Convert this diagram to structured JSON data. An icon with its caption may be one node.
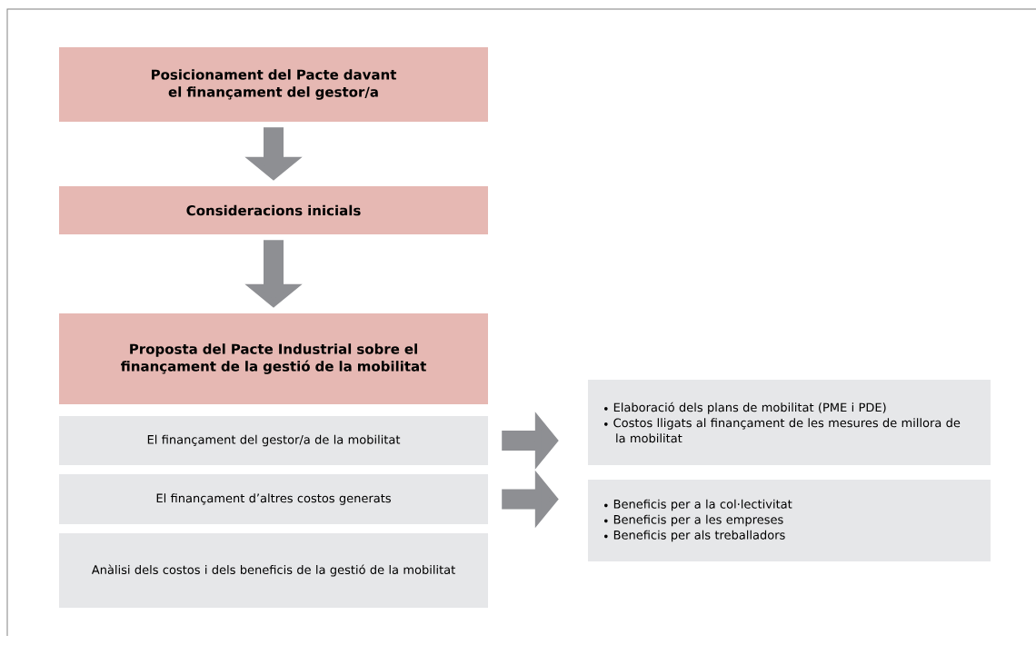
{
  "diagram": {
    "nodes": [
      {
        "text": [
          "Posicionament del Pacte davant el finançament del gestor/a"
        ]
      },
      {
        "text": [
          "Consideracions inicials"
        ]
      },
      {
        "text": [
          "Proposta del Pacte Industrial sobre el finançament de la gestió de la mobilitat"
        ]
      },
      {
        "text": [
          "El finançament del gestor/a de la mobilitat"
        ]
      },
      {
        "text": [
          "El finançament d’altres costos generats"
        ]
      },
      {
        "text": [
          "Anàlisi dels costos i dels beneficis de la gestió de la mobilitat"
        ]
      },
      {
        "text": [
          "Elaboració dels plans de mobilitat (PME i PDE)",
          "Costos lligats al finançament de les mesures de millora de la mobilitat"
        ]
      },
      {
        "text": [
          "Beneficis per a la col·lectivitat",
          "Beneficis per a les empreses",
          "Beneficis per als treballadors"
        ]
      }
    ],
    "edges": [
      {
        "from": 0,
        "to": 1,
        "arrow": "to"
      },
      {
        "from": 1,
        "to": 2,
        "arrow": "to"
      },
      {
        "from": 3,
        "to": 6,
        "arrow": "to"
      },
      {
        "from": 4,
        "to": 7,
        "arrow": "to"
      }
    ]
  }
}
